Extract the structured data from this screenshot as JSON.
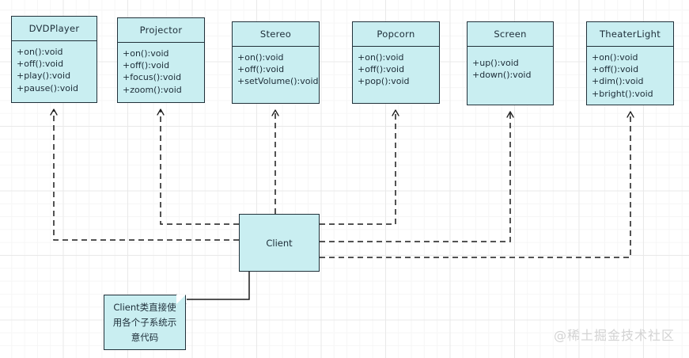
{
  "diagram": {
    "title": "Facade pattern home theater UML class diagram",
    "colors": {
      "class_fill": "#c9eef1",
      "class_border": "#21313a",
      "text": "#1d2d38",
      "grid_minor": "#f6f6f6",
      "grid_major": "#e9e9e9",
      "canvas": "#ffffff",
      "watermark": "#d3d3d3"
    },
    "classes": [
      {
        "name": "DVDPlayer",
        "operations": [
          "+on():void",
          "+off():void",
          "+play():void",
          "+pause():void"
        ]
      },
      {
        "name": "Projector",
        "operations": [
          "+on():void",
          "+off():void",
          "+focus():void",
          "+zoom():void"
        ]
      },
      {
        "name": "Stereo",
        "operations": [
          "+on():void",
          "+off():void",
          "+setVolume():void"
        ]
      },
      {
        "name": "Popcorn",
        "operations": [
          "+on():void",
          "+off():void",
          "+pop():void"
        ]
      },
      {
        "name": "Screen",
        "operations": [
          "+up():void",
          "+down():void"
        ]
      },
      {
        "name": "TheaterLight",
        "operations": [
          "+on():void",
          "+off():void",
          "+dim():void",
          "+bright():void"
        ]
      }
    ],
    "client": {
      "name": "Client"
    },
    "note": {
      "text": "Client类直接使用各个子系统示意代码"
    },
    "relationships": [
      {
        "from": "Client",
        "to": "DVDPlayer",
        "type": "dependency"
      },
      {
        "from": "Client",
        "to": "Projector",
        "type": "dependency"
      },
      {
        "from": "Client",
        "to": "Stereo",
        "type": "dependency"
      },
      {
        "from": "Client",
        "to": "Popcorn",
        "type": "dependency"
      },
      {
        "from": "Client",
        "to": "Screen",
        "type": "dependency"
      },
      {
        "from": "Client",
        "to": "TheaterLight",
        "type": "dependency"
      },
      {
        "from": "Client",
        "to": "note",
        "type": "note-anchor"
      }
    ],
    "watermark": {
      "text": "@稀土掘金技术社区"
    }
  }
}
